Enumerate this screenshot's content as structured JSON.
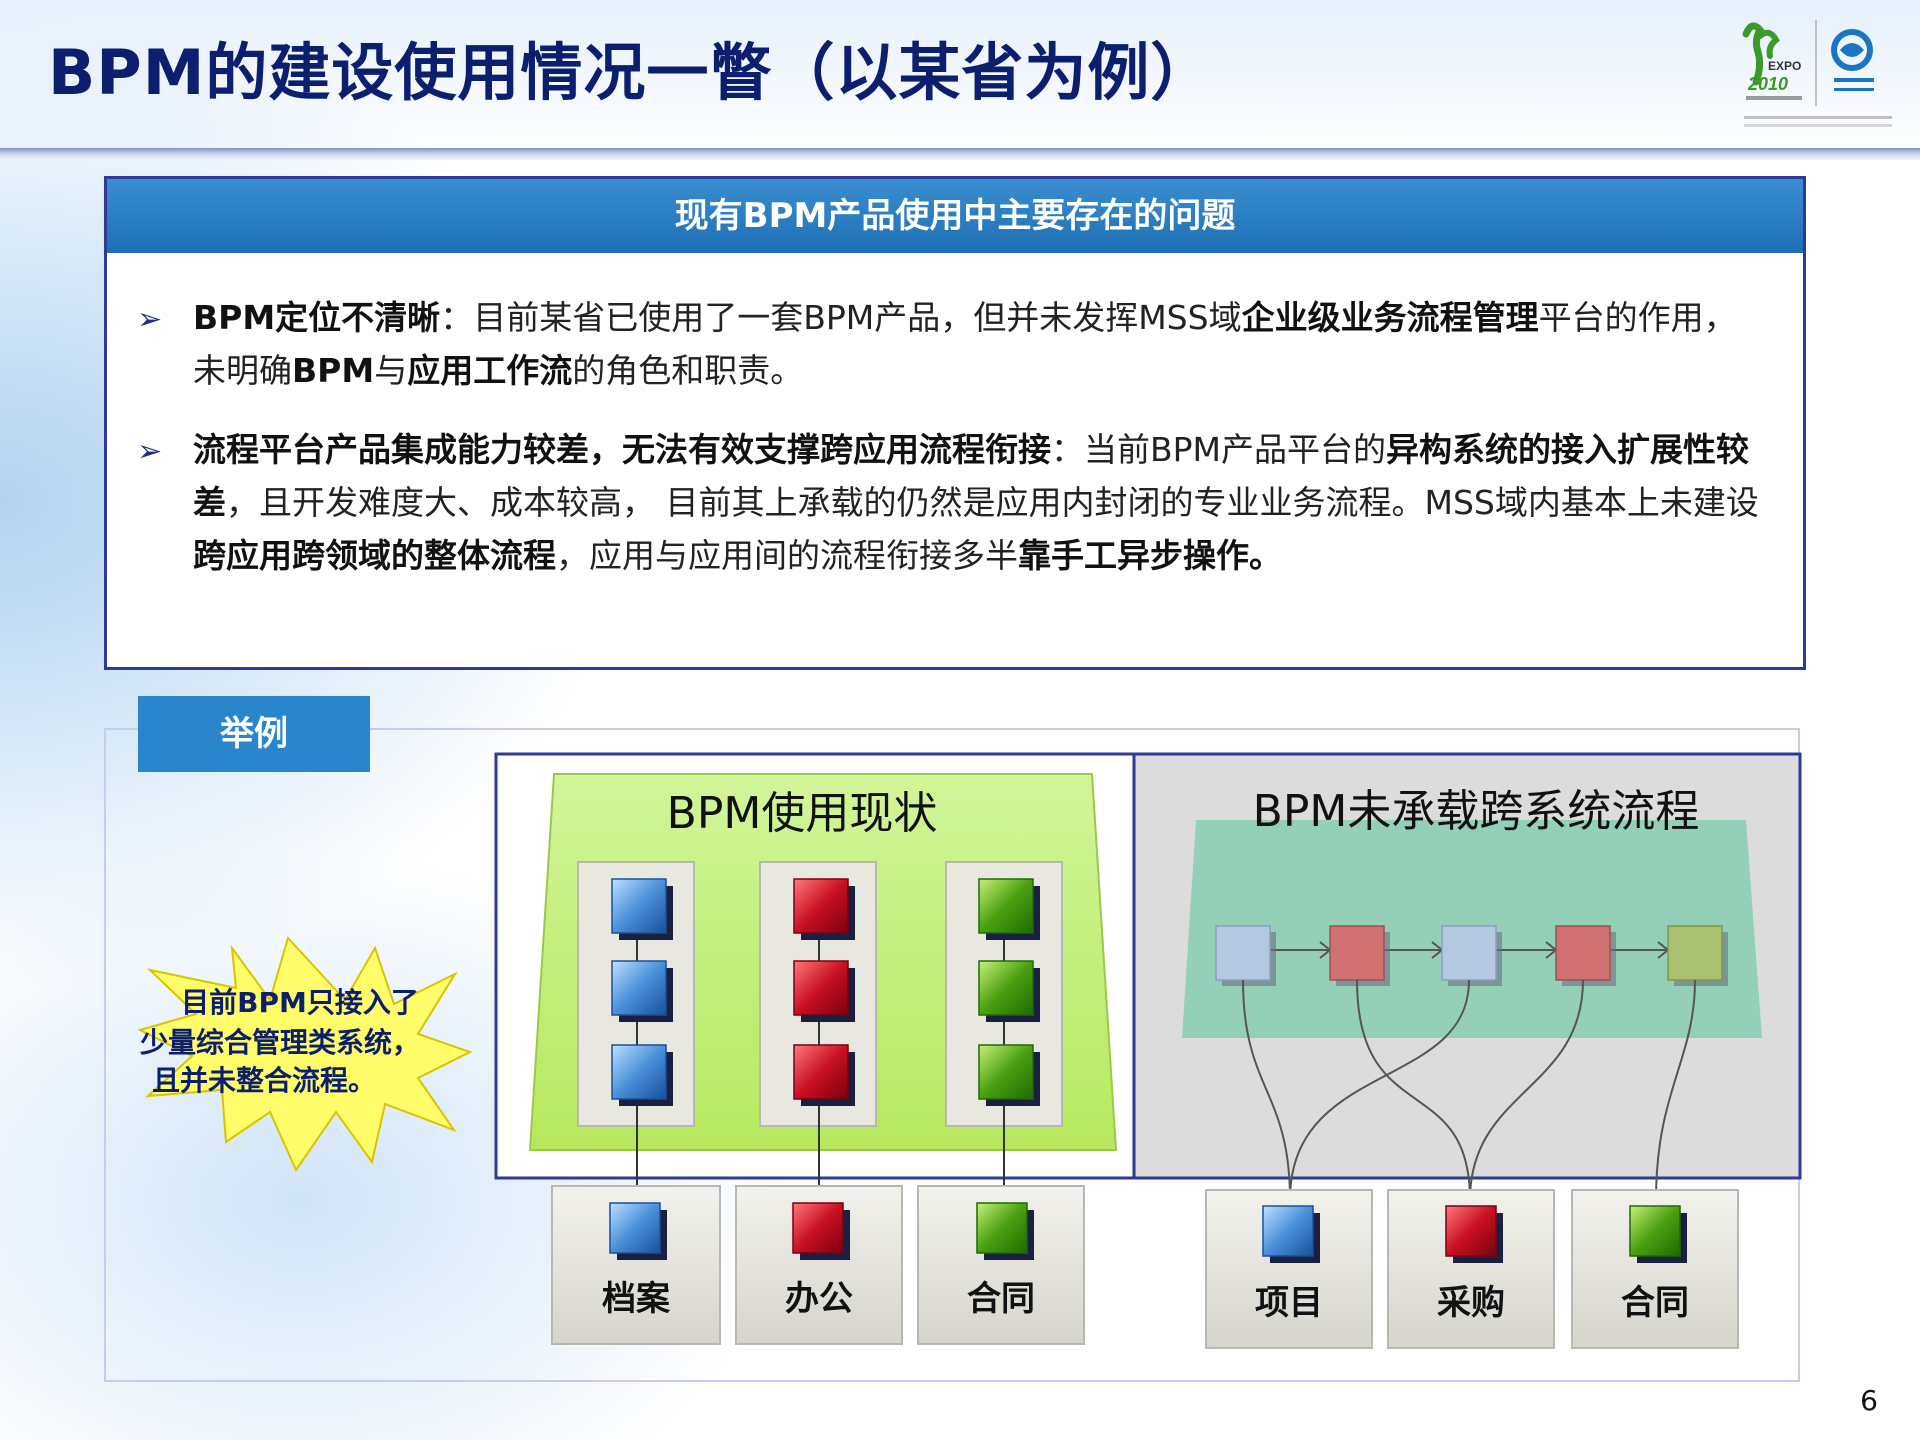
{
  "slide": {
    "title": "BPM的建设使用情况一瞥（以某省为例）",
    "page_number": "6"
  },
  "problems": {
    "header": "现有BPM产品使用中主要存在的问题",
    "item1": {
      "lead": "BPM定位不清晰",
      "t1": "：目前某省已使用了一套BPM产品，但并未发挥MSS域",
      "b1": "企业级业务流程管理",
      "t2": "平台的作用，未明确",
      "b2": "BPM",
      "t3": "与",
      "b3": "应用工作流",
      "t4": "的角色和职责。"
    },
    "item2": {
      "lead": "流程平台产品集成能力较差，无法有效支撑跨应用流程衔接",
      "t1": "：当前BPM产品平台的",
      "b1": "异构系统的接入扩展性较差",
      "t2": "，且开发难度大、成本较高， 目前其上承载的仍然是应用内封闭的专业业务流程。MSS域内基本上未建设",
      "b2": "跨应用跨领域的整体流程",
      "t3": "，应用与应用间的流程衔接多半",
      "b3": "靠手工异步操作。"
    }
  },
  "example": {
    "tab": "举例",
    "callout": [
      "目前BPM只接入了",
      "少量综合管理类系统，",
      "且并未整合流程。"
    ],
    "left_title": "BPM使用现状",
    "right_title": "BPM未承载跨系统流程",
    "left_systems": [
      "档案",
      "办公",
      "合同"
    ],
    "right_systems": [
      "项目",
      "采购",
      "合同"
    ]
  },
  "colors": {
    "title": "#0b1f6e",
    "header_blue": "#2a86cc",
    "border_navy": "#2e3a96",
    "blue_node": "#4a90d9",
    "red_node": "#c81020",
    "green_node": "#4aa010",
    "lime_panel": "#c8f07a",
    "teal_panel": "#8ccdb4"
  }
}
